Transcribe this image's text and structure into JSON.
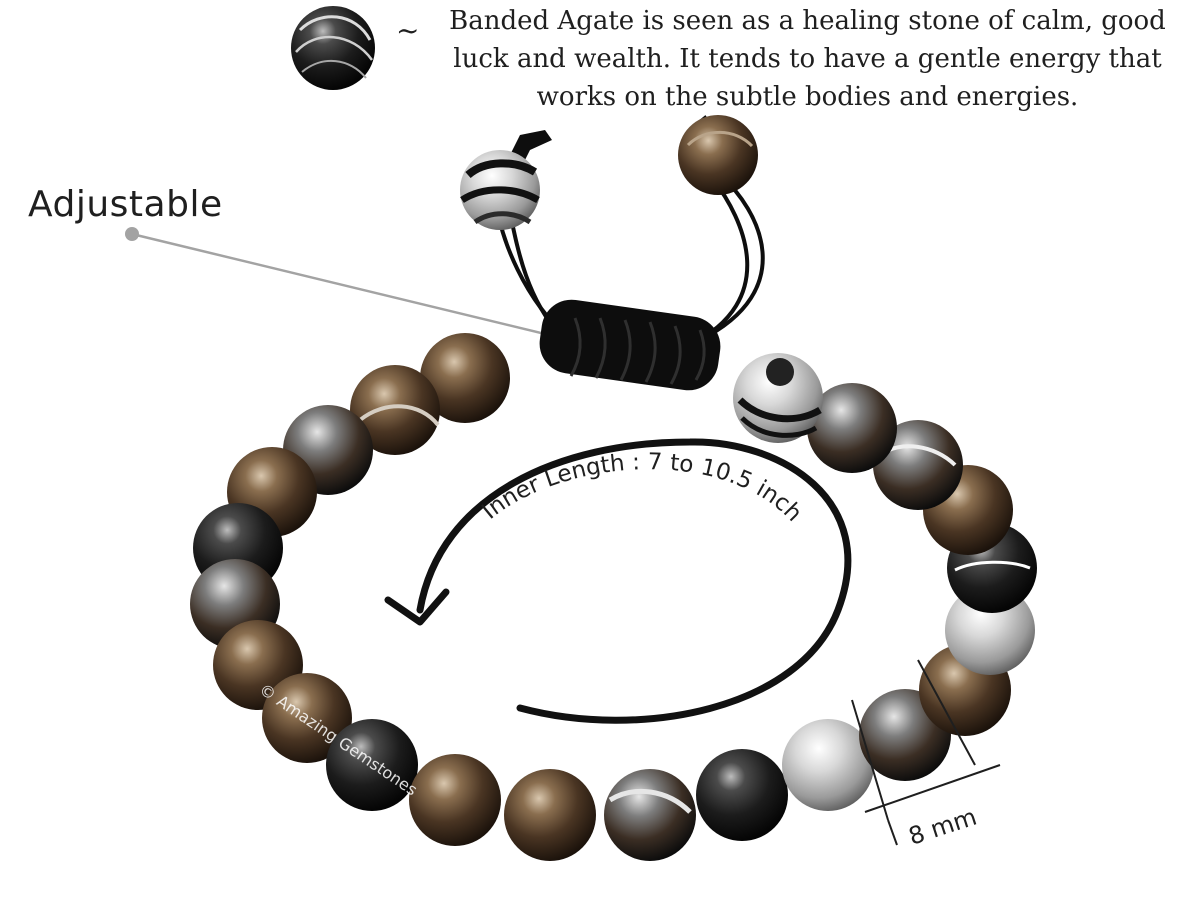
{
  "description": {
    "lines": [
      "Banded Agate is seen as a healing stone of calm, good",
      "luck and wealth. It tends to have a gentle energy that",
      "works on the subtle bodies and energies."
    ],
    "separator": "~"
  },
  "callouts": {
    "adjustable": "Adjustable",
    "inner_length": "Inner Length : 7 to 10.5 inch",
    "bead_size": "8 mm"
  },
  "watermark": "© Amazing Gemstones",
  "colors": {
    "text": "#1f1f1f",
    "pointer": "#a3a3a3",
    "cord": "#0e0e0e",
    "arrow": "#111111"
  }
}
